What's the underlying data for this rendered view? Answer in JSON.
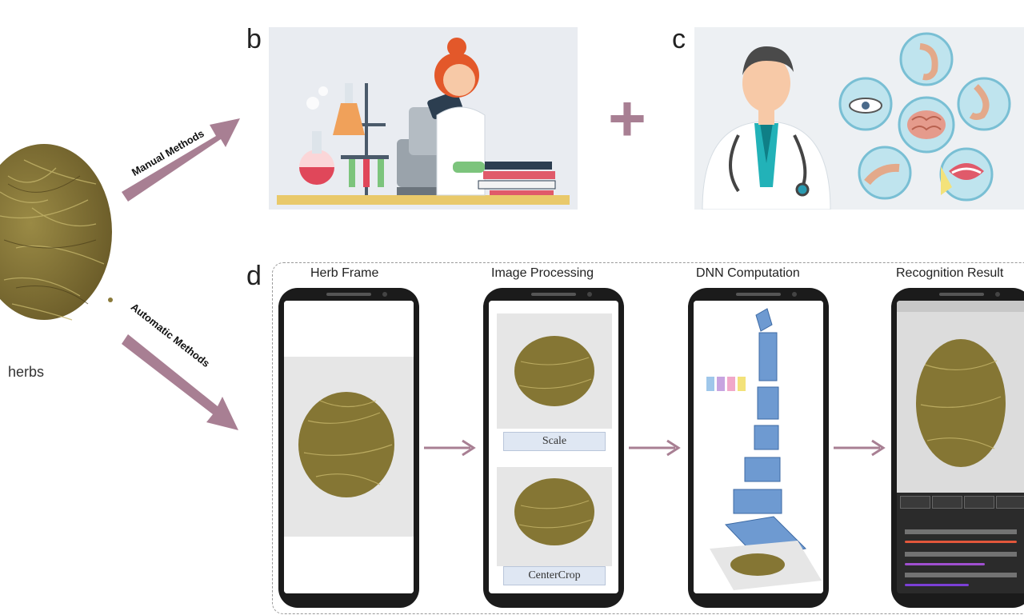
{
  "panels": {
    "b": "b",
    "c": "c",
    "d": "d"
  },
  "herbs_label": "herbs",
  "arrows": {
    "manual": "Manual Methods",
    "automatic": "Automatic Methods"
  },
  "plus": "+",
  "stages": [
    "Herb Frame",
    "Image Processing",
    "DNN Computation",
    "Recognition Result"
  ],
  "processing_buttons": [
    "Scale",
    "CenterCrop"
  ],
  "colors": {
    "arrow": "#a87f93",
    "herb": "#8a7a3a",
    "phone": "#1b1b1b",
    "tensor": "#6e9ad1",
    "result_bar_1": "#e2573b",
    "result_bar_2": "#a04fd0",
    "result_bar_3": "#7b3fd6"
  },
  "icons": [
    "chemist-illustration",
    "doctor-illustration",
    "senses-icons",
    "dnn-layers-icon"
  ]
}
